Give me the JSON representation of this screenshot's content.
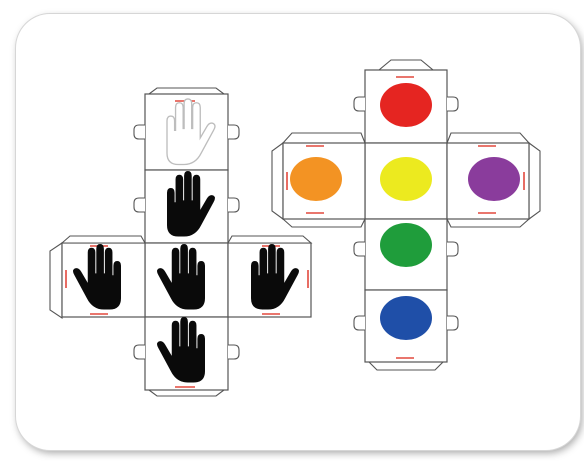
{
  "hand_cube": {
    "faces": [
      {
        "id": "top",
        "hand": "white-outline"
      },
      {
        "id": "upper",
        "hand": "black-thumb-right"
      },
      {
        "id": "center",
        "hand": "black-thumb-left"
      },
      {
        "id": "left",
        "hand": "black-thumb-left"
      },
      {
        "id": "right",
        "hand": "black-thumb-right"
      },
      {
        "id": "bottom",
        "hand": "black-thumb-left"
      }
    ]
  },
  "color_cube": {
    "faces": [
      {
        "id": "top",
        "color_name": "red",
        "color": "#e52521"
      },
      {
        "id": "left",
        "color_name": "orange",
        "color": "#f39323"
      },
      {
        "id": "center",
        "color_name": "yellow",
        "color": "#ecea1f"
      },
      {
        "id": "right",
        "color_name": "purple",
        "color": "#8a3c9c"
      },
      {
        "id": "lower",
        "color_name": "green",
        "color": "#1f9d3b"
      },
      {
        "id": "bottom",
        "color_name": "blue",
        "color": "#1f4fa8"
      }
    ]
  },
  "colors": {
    "line": "#555555",
    "tab_mark": "#e2483d",
    "card_border": "#d6d6d6"
  }
}
